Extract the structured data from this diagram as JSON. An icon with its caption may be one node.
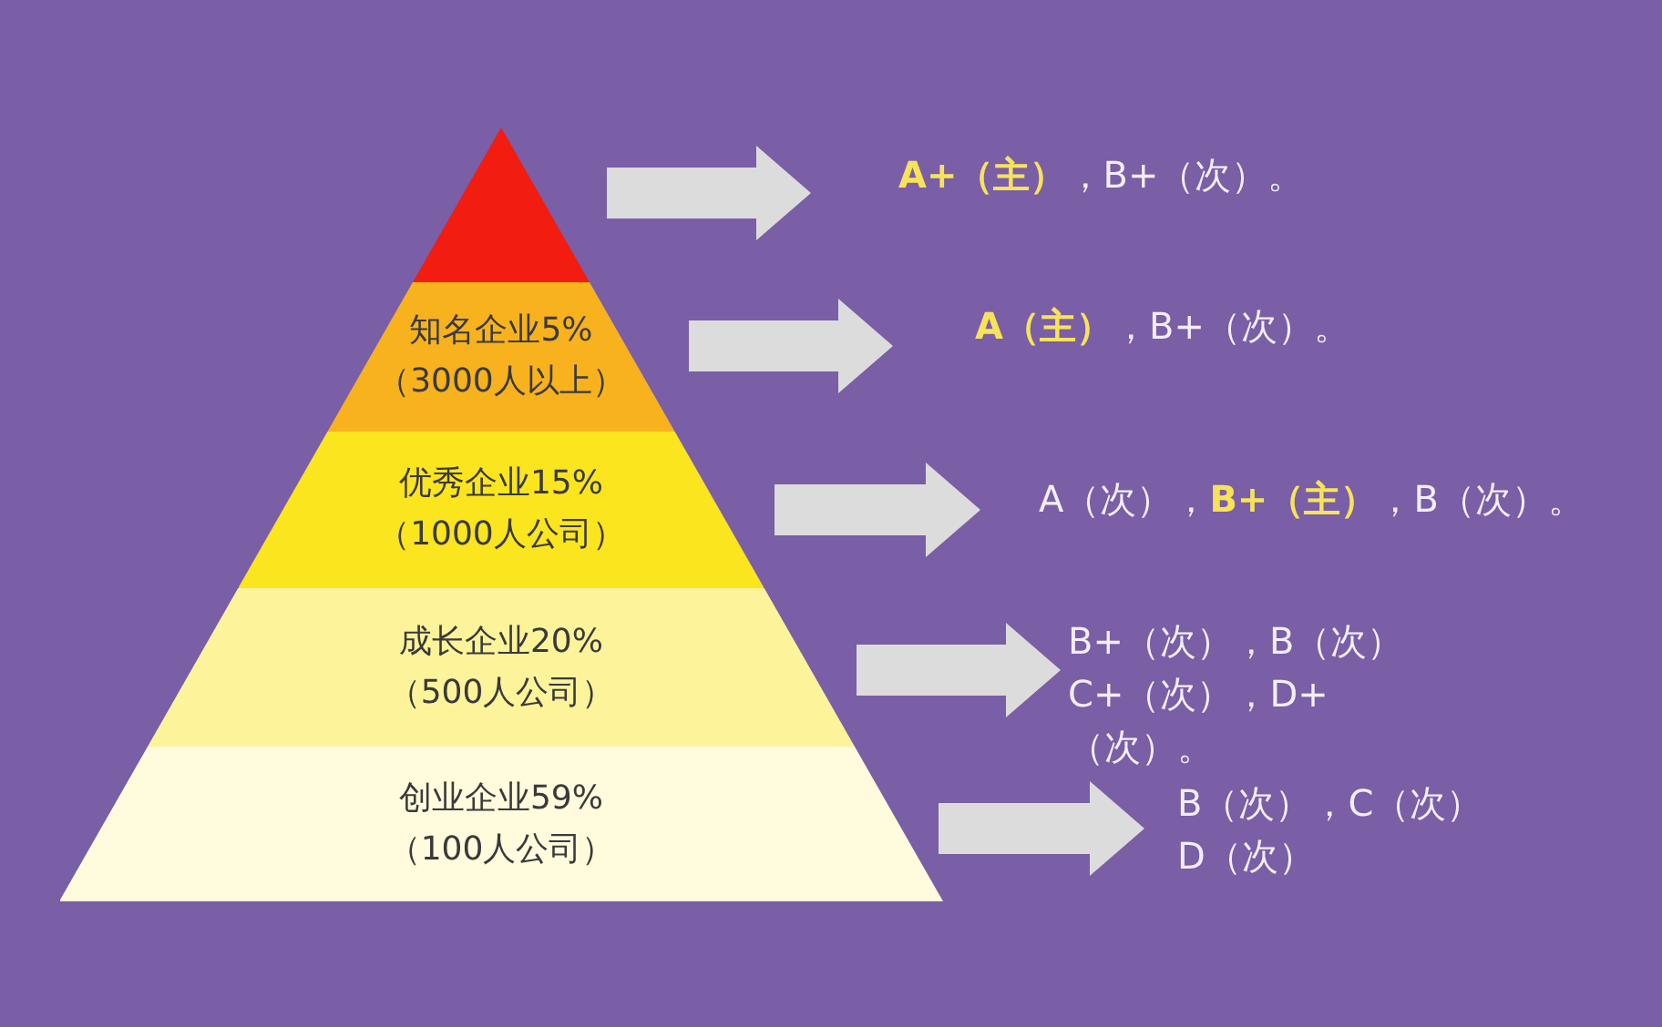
{
  "diagram": {
    "nodes": [
      {
        "text": [],
        "shape": "triangle"
      },
      {
        "text": [
          "知名企业5%",
          "（3000人以上）"
        ]
      },
      {
        "text": [
          "优秀企业15%",
          "（1000人公司）"
        ]
      },
      {
        "text": [
          "成长企业20%",
          "（500人公司）"
        ]
      },
      {
        "text": [
          "创业企业59%",
          "（100人公司）"
        ]
      },
      {
        "text": [
          "**A+（主）**，B+（次）。"
        ]
      },
      {
        "text": [
          "**A（主）**，B+（次）。"
        ]
      },
      {
        "text": [
          "A（次），**B+（主）**，B（次）。"
        ]
      },
      {
        "text": [
          "B+（次），B（次）C+（次），D+（次）。"
        ]
      },
      {
        "text": [
          "B（次），C（次）D（次）"
        ]
      }
    ],
    "edges": [
      {
        "from": 0,
        "to": 5,
        "arrow": "to"
      },
      {
        "from": 1,
        "to": 6,
        "arrow": "to"
      },
      {
        "from": 2,
        "to": 7,
        "arrow": "to"
      },
      {
        "from": 3,
        "to": 8,
        "arrow": "to"
      },
      {
        "from": 4,
        "to": 9,
        "arrow": "to"
      }
    ]
  }
}
